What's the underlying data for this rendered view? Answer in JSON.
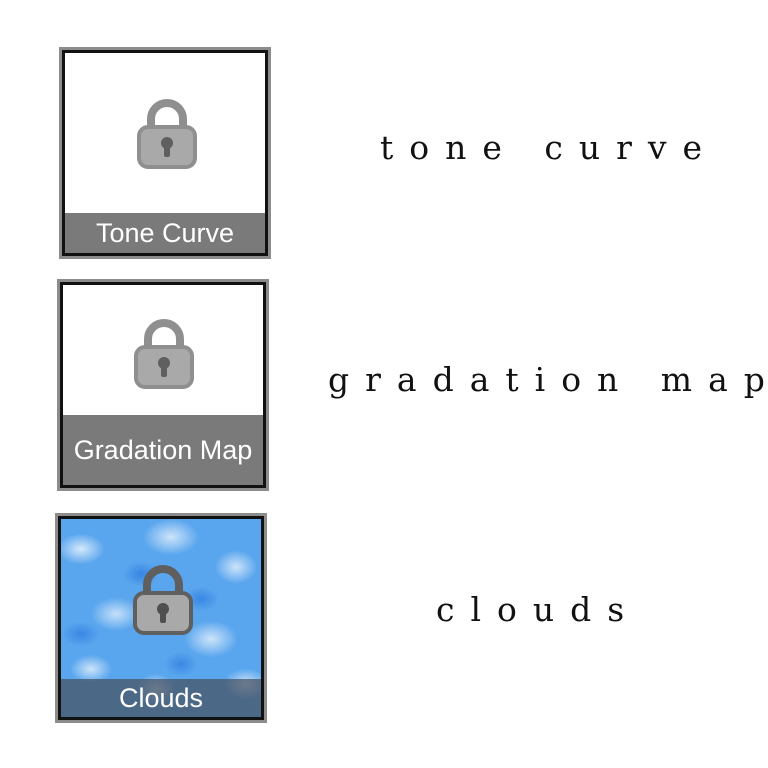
{
  "tiles": [
    {
      "caption": "Tone Curve",
      "icon": "lock-icon",
      "side_label": "tone curve"
    },
    {
      "caption": "Gradation Map",
      "icon": "lock-icon",
      "side_label": "gradation map"
    },
    {
      "caption": "Clouds",
      "icon": "lock-icon",
      "side_label": "clouds"
    }
  ],
  "colors": {
    "caption_bar": "#7a7a7a",
    "lock_gray": "#a9a9a9",
    "lock_stroke": "#6b6b6b",
    "clouds_blue": "#5aa6ee"
  }
}
